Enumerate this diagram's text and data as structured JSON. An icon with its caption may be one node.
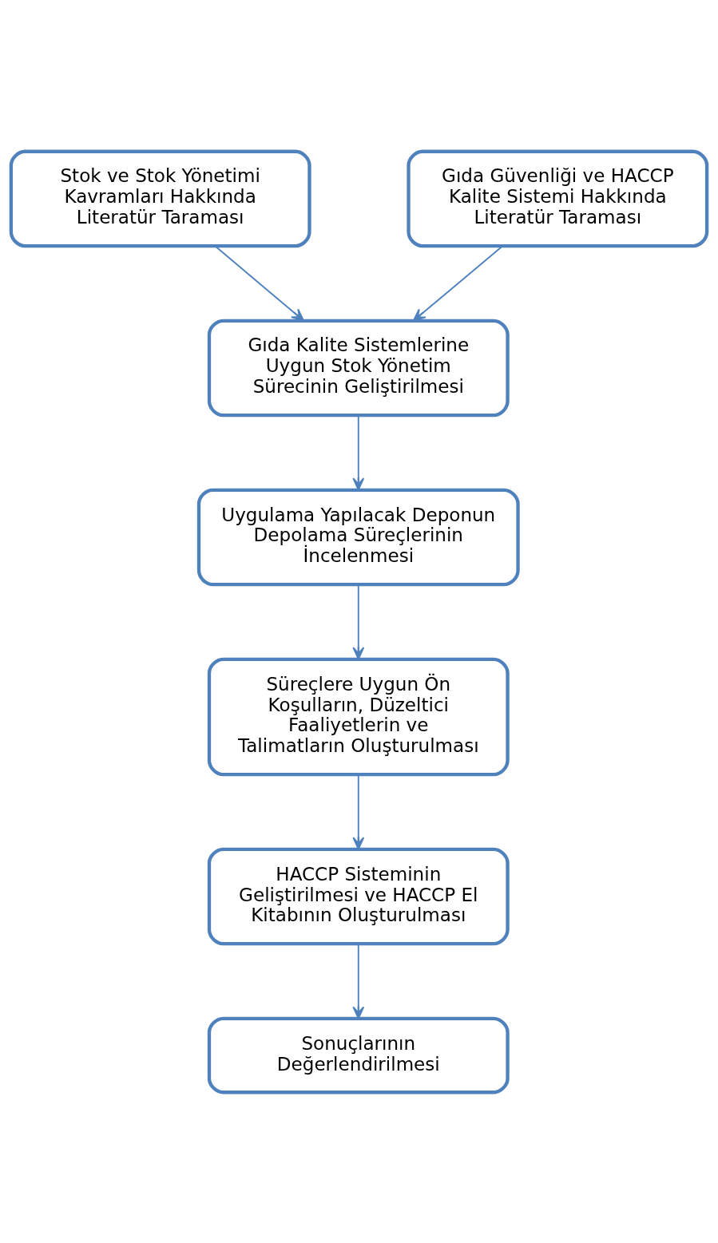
{
  "diagram": {
    "nodes": [
      {
        "text": [
          "Stok ve Stok Yönetimi Kavramları Hakkında Literatür Taraması"
        ]
      },
      {
        "text": [
          "Gıda Güvenliği ve HACCP Kalite Sistemi Hakkında Literatür Taraması"
        ]
      },
      {
        "text": [
          "Gıda Kalite Sistemlerine Uygun Stok Yönetim Sürecinin Geliştirilmesi"
        ]
      },
      {
        "text": [
          "Uygulama Yapılacak Deponun Depolama Süreçlerinin İncelenmesi"
        ]
      },
      {
        "text": [
          "Süreçlere Uygun Ön Koşulların, Düzeltici Faaliyetlerin ve Talimatların Oluşturulması"
        ]
      },
      {
        "text": [
          "HACCP Sisteminin Geliştirilmesi ve HACCP El Kitabının Oluşturulması"
        ]
      },
      {
        "text": [
          "Sonuçlarının Değerlendirilmesi"
        ]
      }
    ],
    "edges": [
      {
        "from": 0,
        "to": 2,
        "arrow": "to"
      },
      {
        "from": 1,
        "to": 2,
        "arrow": "to"
      },
      {
        "from": 2,
        "to": 3,
        "arrow": "to"
      },
      {
        "from": 3,
        "to": 4,
        "arrow": "to"
      },
      {
        "from": 4,
        "to": 5,
        "arrow": "to"
      },
      {
        "from": 5,
        "to": 6,
        "arrow": "to"
      }
    ]
  }
}
